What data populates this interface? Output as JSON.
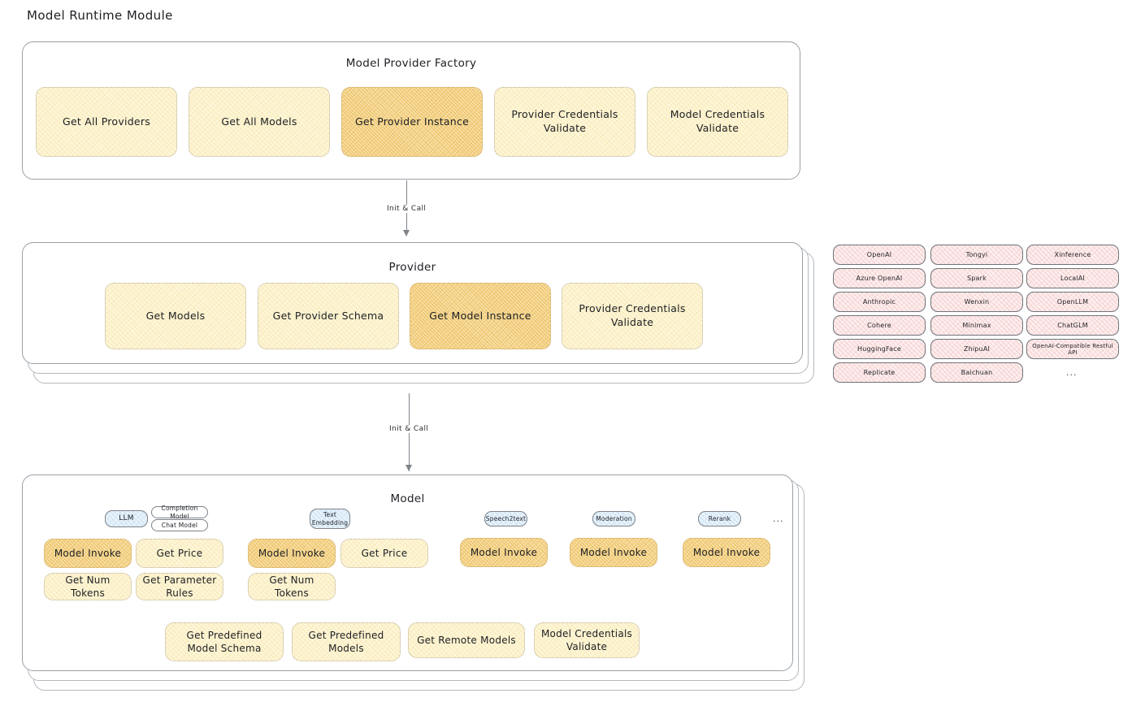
{
  "page": {
    "title": "Model Runtime Module"
  },
  "factory": {
    "title": "Model Provider Factory",
    "ops": [
      {
        "label": "Get All Providers",
        "highlighted": false
      },
      {
        "label": "Get All Models",
        "highlighted": false
      },
      {
        "label": "Get Provider Instance",
        "highlighted": true
      },
      {
        "label": "Provider Credentials Validate",
        "highlighted": false
      },
      {
        "label": "Model Credentials Validate",
        "highlighted": false
      }
    ]
  },
  "arrow1": {
    "label": "Init & Call"
  },
  "provider": {
    "title": "Provider",
    "ops": [
      {
        "label": "Get Models",
        "highlighted": false
      },
      {
        "label": "Get Provider Schema",
        "highlighted": false
      },
      {
        "label": "Get Model Instance",
        "highlighted": true
      },
      {
        "label": "Provider Credentials Validate",
        "highlighted": false
      }
    ]
  },
  "arrow2": {
    "label": "Init & Call"
  },
  "provider_list": {
    "column1": [
      "OpenAI",
      "Azure OpenAI",
      "Anthropic",
      "Cohere",
      "HuggingFace",
      "Replicate"
    ],
    "column2": [
      "Tongyi",
      "Spark",
      "Wenxin",
      "Minimax",
      "ZhipuAI",
      "Baichuan"
    ],
    "column3": [
      "Xinference",
      "LocalAI",
      "OpenLLM",
      "ChatGLM",
      "OpenAI-Compatible Restful API"
    ],
    "more": "..."
  },
  "model": {
    "title": "Model",
    "more": "...",
    "types": [
      {
        "badge": "LLM",
        "sub": [
          "Completion Model",
          "Chat Model"
        ],
        "ops": [
          "Model Invoke",
          "Get Price",
          "Get Num Tokens",
          "Get Parameter Rules"
        ]
      },
      {
        "badge": "Text Embedding",
        "sub": [],
        "ops": [
          "Model Invoke",
          "Get Price",
          "Get Num Tokens"
        ]
      },
      {
        "badge": "Speech2text",
        "sub": [],
        "ops": [
          "Model Invoke"
        ]
      },
      {
        "badge": "Moderation",
        "sub": [],
        "ops": [
          "Model Invoke"
        ]
      },
      {
        "badge": "Rerank",
        "sub": [],
        "ops": [
          "Model Invoke"
        ]
      }
    ],
    "common_ops": [
      "Get Predefined Model Schema",
      "Get Predefined Models",
      "Get Remote Models",
      "Model Credentials Validate"
    ]
  },
  "colors": {
    "op_fill": "#fdf6d9",
    "op_fill_highlight": "#f8dfa6",
    "chip_fill": "#fdeeee",
    "badge_fill": "#e9f3fb",
    "card_border": "#9aa0a6"
  }
}
